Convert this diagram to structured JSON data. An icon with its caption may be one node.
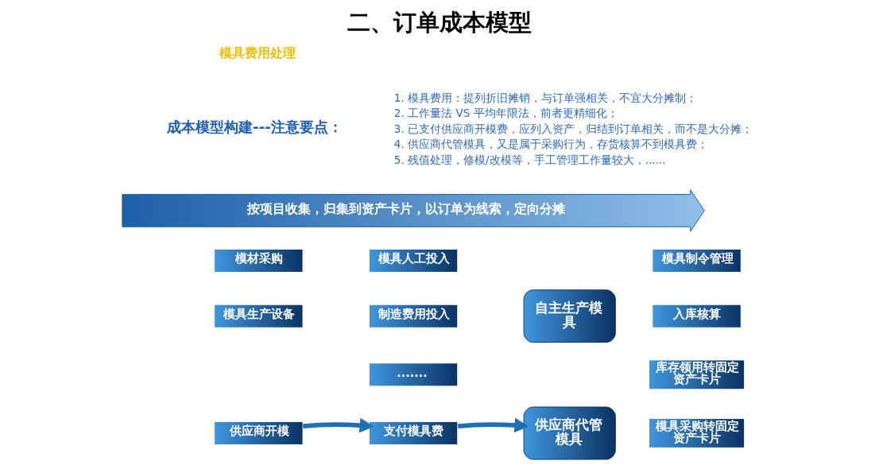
{
  "diagram": {
    "title": "二、订单成本模型",
    "nodes": [
      {
        "text": [
          "按项目收集，归集到资产卡片，以订单为线索，定向分摊"
        ]
      },
      {
        "text": [
          "模材采购"
        ]
      },
      {
        "text": [
          "模具人工投入"
        ]
      },
      {
        "text": [
          "模具生产设备"
        ]
      },
      {
        "text": [
          "制造费用投入"
        ]
      },
      {
        "text": [
          "......."
        ]
      },
      {
        "text": [
          "自主生产模具"
        ]
      },
      {
        "text": [
          "模具制令管理"
        ]
      },
      {
        "text": [
          "入库核算"
        ]
      },
      {
        "text": [
          "库存领用转固定资产卡片"
        ]
      },
      {
        "text": [
          "供应商开模"
        ]
      },
      {
        "text": [
          "支付模具费"
        ]
      },
      {
        "text": [
          "供应商代管模具"
        ]
      },
      {
        "text": [
          "模具采购转固定资产卡片"
        ]
      }
    ],
    "edges": [
      {
        "from": 10,
        "to": 11,
        "arrow": "to"
      },
      {
        "from": 11,
        "to": 12,
        "arrow": "to"
      }
    ],
    "labels": [
      "模具费用处理",
      "成本模型构建---注意要点：",
      "1. 模具费用：提列折旧摊销，与订单强相关，不宜大分摊制；",
      "2. 工作量法 VS 平均年限法，前者更精细化；",
      "3. 已支付供应商开模费，应列入资产，归结到订单相关，而不是大分摊；",
      "4. 供应商代管模具，又是属于采购行为，存货核算不到模具费；",
      "5. 残值处理，修模/改模等，手工管理工作量较大，......"
    ]
  }
}
